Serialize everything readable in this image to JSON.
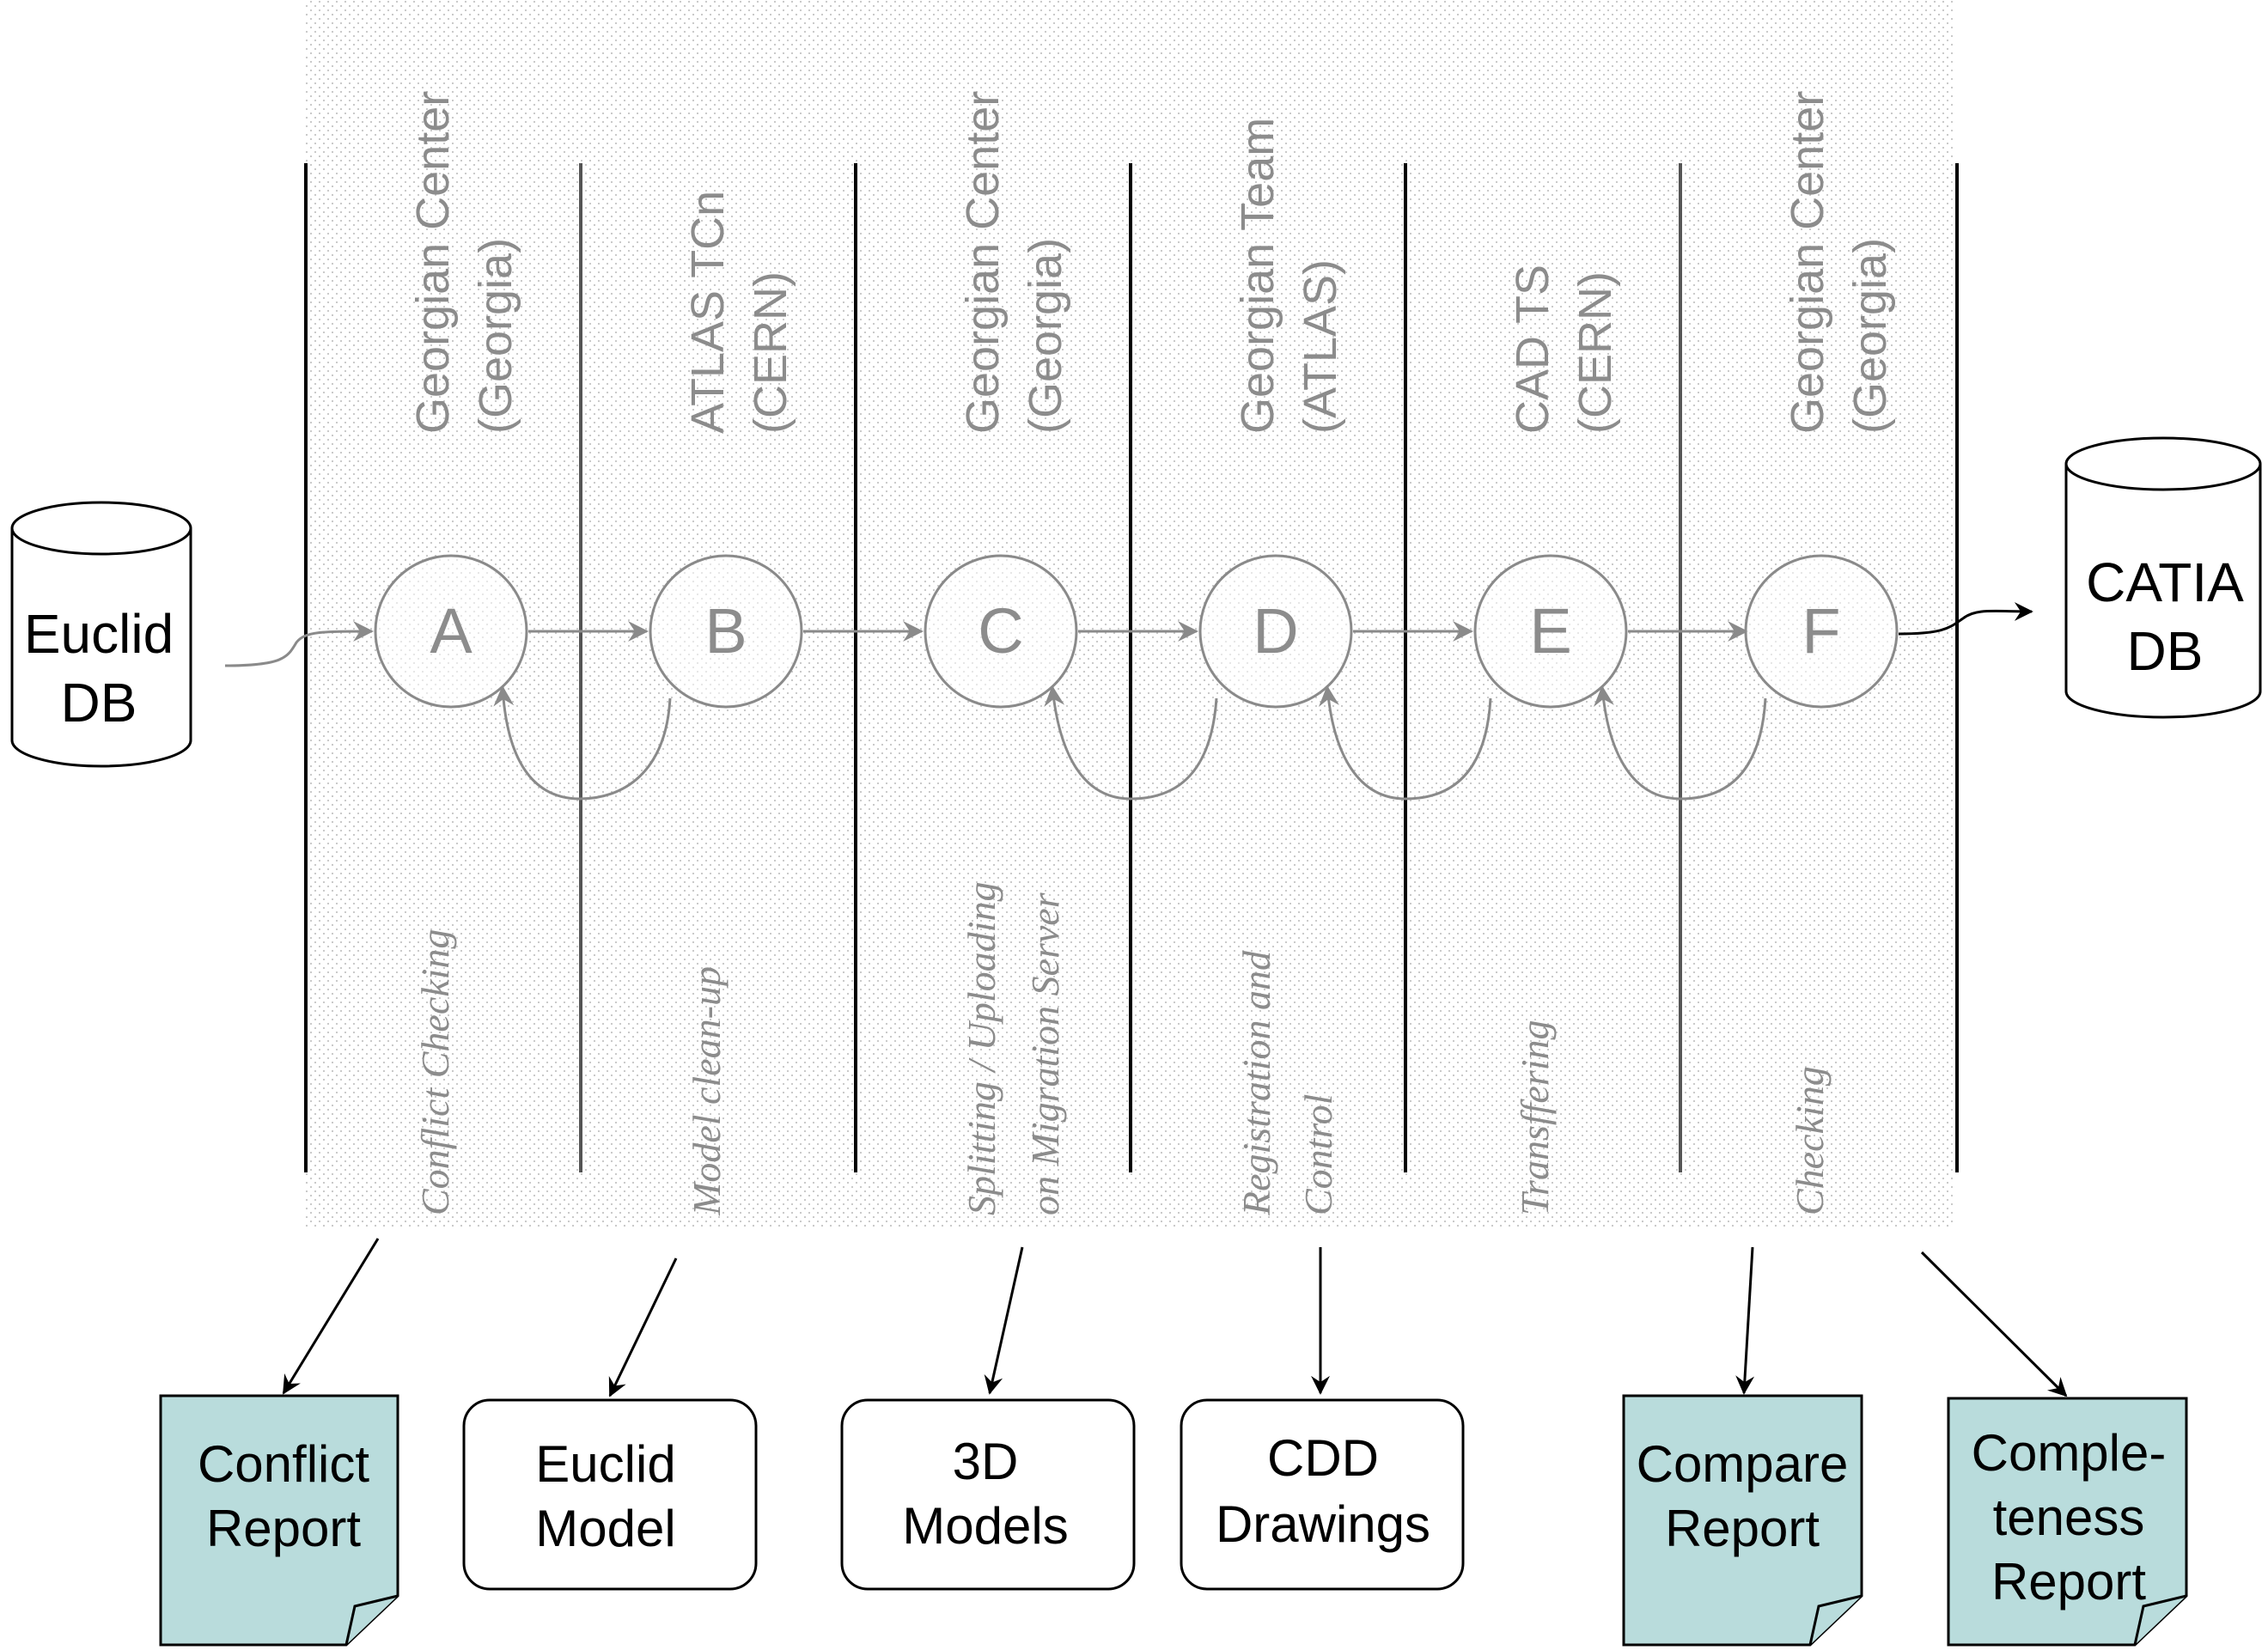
{
  "sources": {
    "input_db": {
      "line1": "Euclid",
      "line2": "DB"
    },
    "output_db": {
      "line1": "CATIA",
      "line2": "DB"
    }
  },
  "lanes": [
    {
      "org1": "Georgian Center",
      "org2": "(Georgia)",
      "node": "A",
      "task1": "Conflict  Checking",
      "task2": ""
    },
    {
      "org1": "ATLAS TCn",
      "org2": "(CERN)",
      "node": "B",
      "task1": "Model clean-up",
      "task2": ""
    },
    {
      "org1": "Georgian Center",
      "org2": "(Georgia)",
      "node": "C",
      "task1": "Splitting / Uploading",
      "task2": "on Migration Server"
    },
    {
      "org1": "Georgian Team",
      "org2": "(ATLAS)",
      "node": "D",
      "task1": "Registration and",
      "task2": "Control"
    },
    {
      "org1": "CAD TS",
      "org2": "(CERN)",
      "node": "E",
      "task1": "Transffering",
      "task2": ""
    },
    {
      "org1": "Georgian Center",
      "org2": "(Georgia)",
      "node": "F",
      "task1": "Checking",
      "task2": ""
    }
  ],
  "outputs": {
    "conflict_report": {
      "line1": "Conflict",
      "line2": "Report"
    },
    "euclid_model": {
      "line1": "Euclid",
      "line2": "Model"
    },
    "models_3d": {
      "line1": "3D",
      "line2": "Models"
    },
    "cdd_drawings": {
      "line1": "CDD",
      "line2": "Drawings"
    },
    "compare_report": {
      "line1": "Compare",
      "line2": "Report"
    },
    "completeness_report": {
      "line1": "Comple-",
      "line2": "teness",
      "line3": "Report"
    }
  },
  "colors": {
    "doc_fill": "#b9dcdc",
    "lane_line": "#000000",
    "flow_gray": "#8a8a8a",
    "text_gray": "#8c8c8c"
  }
}
